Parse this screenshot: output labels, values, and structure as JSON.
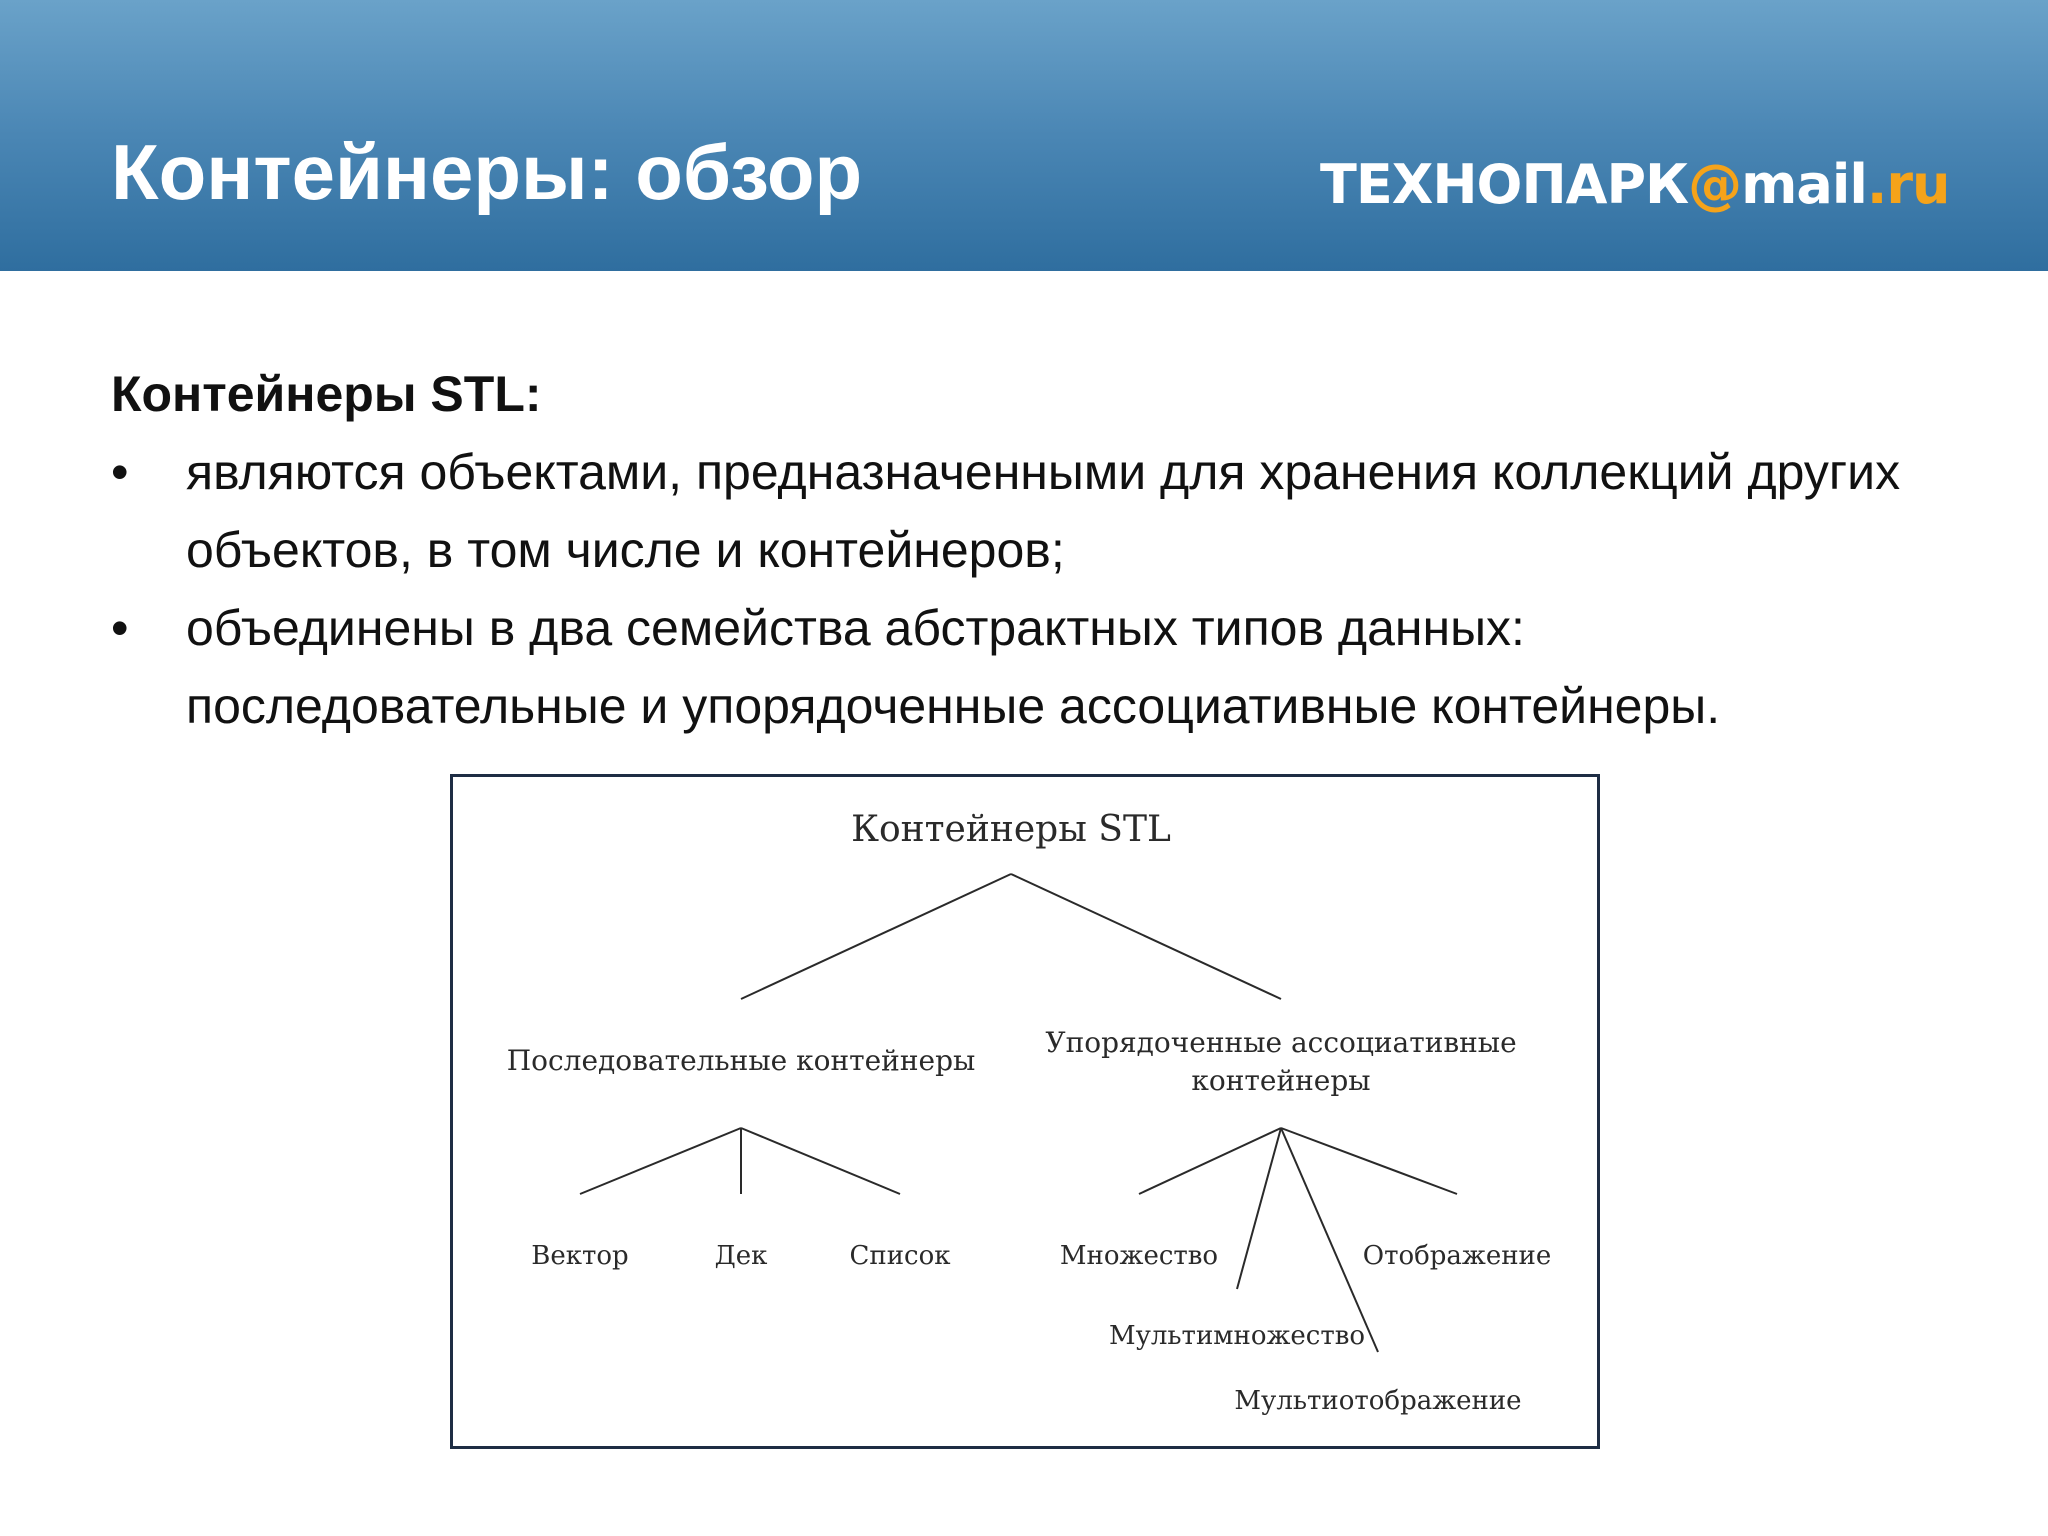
{
  "header": {
    "title": "Контейнеры: обзор",
    "logo": {
      "brand": "ТЕХНОПАРК",
      "at": "@",
      "mail": "mail",
      "dot": ".",
      "ru": "ru"
    }
  },
  "content": {
    "subtitle": "Контейнеры STL:",
    "bullet_char": "•",
    "bullets": [
      "являются объектами, предназначенными для хранения коллекций других объектов, в том числе и контейнеров;",
      "объединены в два семейства абстрактных типов данных: последовательные и упорядоченные ассоциативные контейнеры."
    ]
  },
  "diagram": {
    "root": "Контейнеры STL",
    "sequential": "Последовательные контейнеры",
    "associative_line1": "Упорядоченные ассоциативные",
    "associative_line2": "контейнеры",
    "vector": "Вектор",
    "deque": "Дек",
    "list": "Список",
    "set": "Множество",
    "map": "Отображение",
    "multiset": "Мультимножество",
    "multimap": "Мультиотображение"
  },
  "colors": {
    "header_top": "#6aa2c9",
    "header_bottom": "#2f6e9f",
    "logo_accent": "#f5a31a",
    "box_border": "#1e2d44"
  }
}
